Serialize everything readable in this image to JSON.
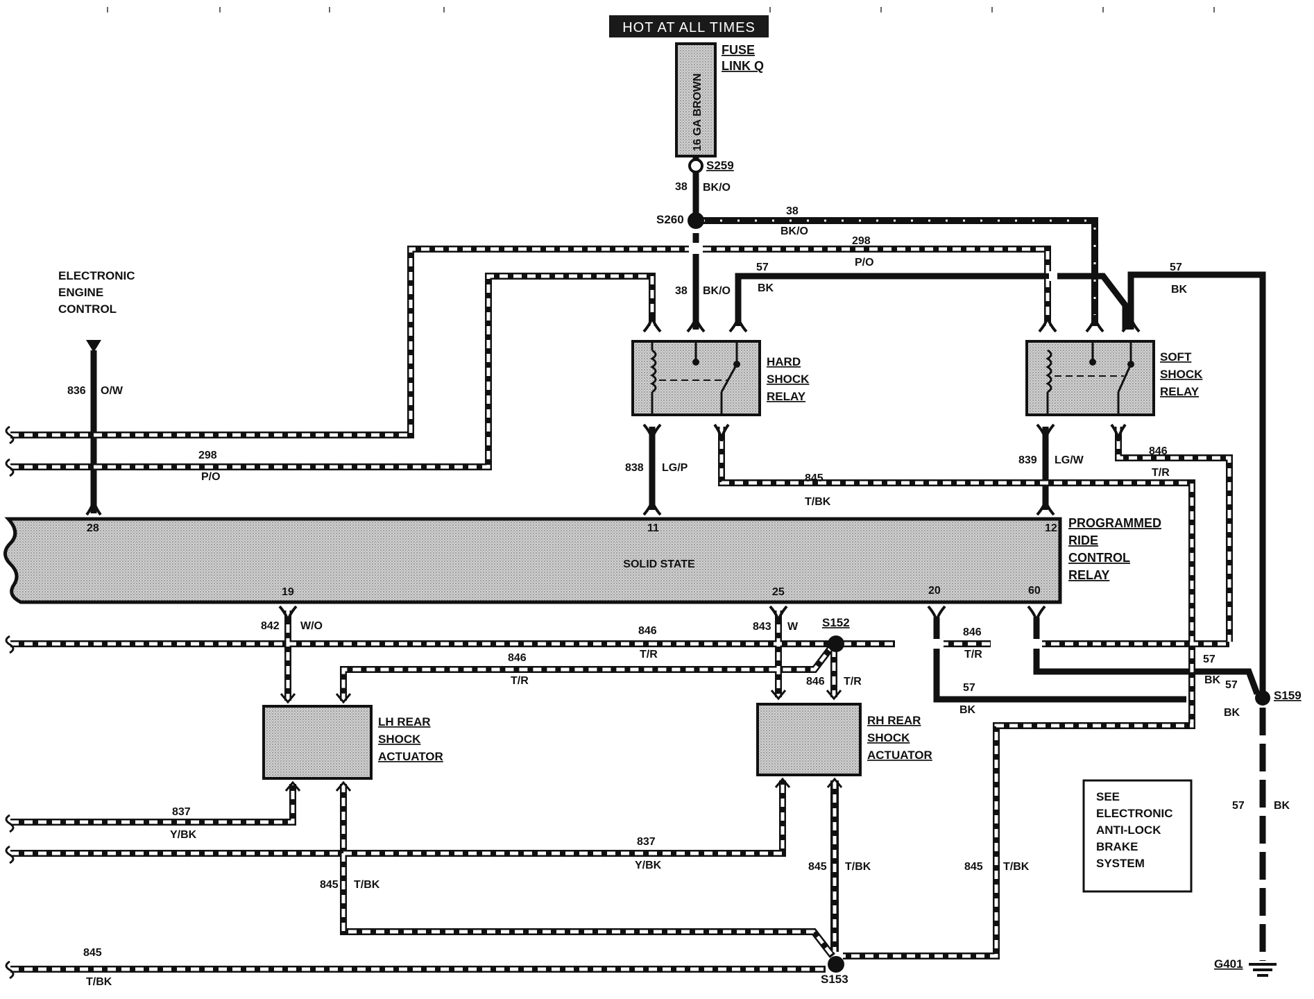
{
  "banner": {
    "text": "HOT AT ALL TIMES"
  },
  "fuse_link": {
    "label_line1": "FUSE",
    "label_line2": "LINK Q",
    "body_text": "16 GA BROWN"
  },
  "splices": {
    "s259": "S259",
    "s260": "S260",
    "s152": "S152",
    "s153": "S153",
    "s159": "S159",
    "g401": "G401"
  },
  "eec": {
    "line1": "ELECTRONIC",
    "line2": "ENGINE",
    "line3": "CONTROL"
  },
  "hard_relay": {
    "line1": "HARD",
    "line2": "SHOCK",
    "line3": "RELAY"
  },
  "soft_relay": {
    "line1": "SOFT",
    "line2": "SHOCK",
    "line3": "RELAY"
  },
  "prc_relay": {
    "line1": "PROGRAMMED",
    "line2": "RIDE",
    "line3": "CONTROL",
    "line4": "RELAY",
    "body_text": "SOLID STATE"
  },
  "lh_actuator": {
    "line1": "LH REAR",
    "line2": "SHOCK",
    "line3": "ACTUATOR"
  },
  "rh_actuator": {
    "line1": "RH REAR",
    "line2": "SHOCK",
    "line3": "ACTUATOR"
  },
  "see_box": {
    "line1": "SEE",
    "line2": "ELECTRONIC",
    "line3": "ANTI-LOCK",
    "line4": "BRAKE",
    "line5": "SYSTEM"
  },
  "pins": {
    "p28": "28",
    "p11": "11",
    "p12": "12",
    "p19": "19",
    "p25": "25",
    "p20": "20",
    "p60": "60"
  },
  "wires": {
    "c38": "38",
    "bko": "BK/O",
    "c298": "298",
    "po": "P/O",
    "c57": "57",
    "bk": "BK",
    "c836": "836",
    "ow": "O/W",
    "c838": "838",
    "lgp": "LG/P",
    "c839": "839",
    "lgw": "LG/W",
    "c845": "845",
    "tbk": "T/BK",
    "c846": "846",
    "tr": "T/R",
    "c842": "842",
    "wo": "W/O",
    "c843": "843",
    "w": "W",
    "c837": "837",
    "ybk": "Y/BK"
  },
  "colors": {
    "ink": "#111111",
    "fill": "#bdbdbd",
    "banner_bg": "#1a1a1a"
  }
}
